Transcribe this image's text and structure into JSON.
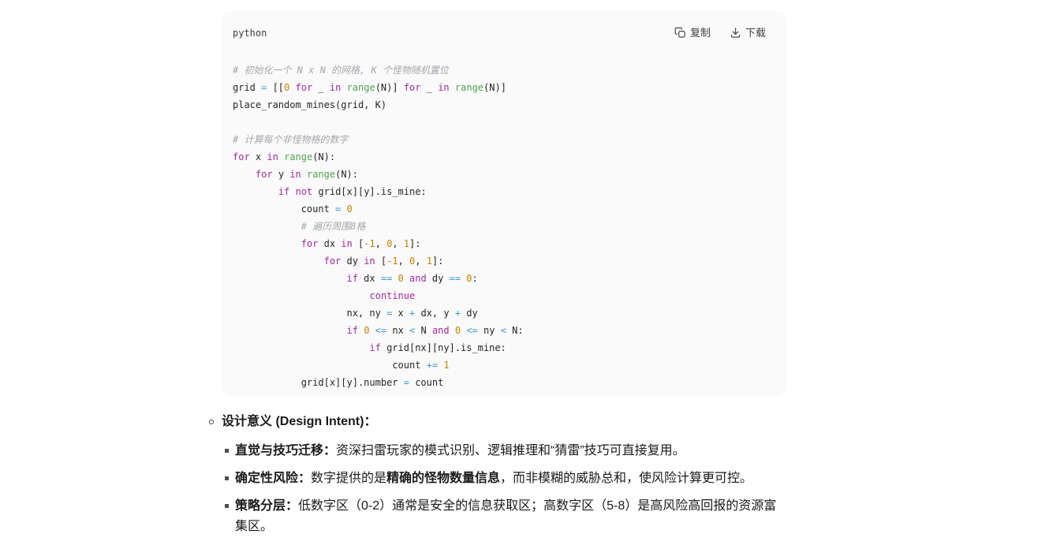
{
  "code_block": {
    "language": "python",
    "copy_label": "复制",
    "download_label": "下载",
    "lines": [
      [
        [
          "c",
          "# 初始化一个 N x N 的网格, K 个怪物随机置位"
        ]
      ],
      [
        [
          "p",
          "grid "
        ],
        [
          "o",
          "="
        ],
        [
          "p",
          " [["
        ],
        [
          "n",
          "0"
        ],
        [
          "p",
          " "
        ],
        [
          "k",
          "for"
        ],
        [
          "p",
          " _ "
        ],
        [
          "k",
          "in"
        ],
        [
          "p",
          " "
        ],
        [
          "f",
          "range"
        ],
        [
          "p",
          "(N)] "
        ],
        [
          "k",
          "for"
        ],
        [
          "p",
          " _ "
        ],
        [
          "k",
          "in"
        ],
        [
          "p",
          " "
        ],
        [
          "f",
          "range"
        ],
        [
          "p",
          "(N)]"
        ]
      ],
      [
        [
          "p",
          "place_random_mines(grid, K)"
        ]
      ],
      [],
      [
        [
          "c",
          "# 计算每个非怪物格的数字"
        ]
      ],
      [
        [
          "k",
          "for"
        ],
        [
          "p",
          " x "
        ],
        [
          "k",
          "in"
        ],
        [
          "p",
          " "
        ],
        [
          "f",
          "range"
        ],
        [
          "p",
          "(N):"
        ]
      ],
      [
        [
          "p",
          "    "
        ],
        [
          "k",
          "for"
        ],
        [
          "p",
          " y "
        ],
        [
          "k",
          "in"
        ],
        [
          "p",
          " "
        ],
        [
          "f",
          "range"
        ],
        [
          "p",
          "(N):"
        ]
      ],
      [
        [
          "p",
          "        "
        ],
        [
          "k",
          "if"
        ],
        [
          "p",
          " "
        ],
        [
          "k",
          "not"
        ],
        [
          "p",
          " grid[x][y].is_mine:"
        ]
      ],
      [
        [
          "p",
          "            count "
        ],
        [
          "o",
          "="
        ],
        [
          "p",
          " "
        ],
        [
          "n",
          "0"
        ]
      ],
      [
        [
          "p",
          "            "
        ],
        [
          "c",
          "# 遍历周围8格"
        ]
      ],
      [
        [
          "p",
          "            "
        ],
        [
          "k",
          "for"
        ],
        [
          "p",
          " dx "
        ],
        [
          "k",
          "in"
        ],
        [
          "p",
          " ["
        ],
        [
          "n",
          "-1"
        ],
        [
          "p",
          ", "
        ],
        [
          "n",
          "0"
        ],
        [
          "p",
          ", "
        ],
        [
          "n",
          "1"
        ],
        [
          "p",
          "]:"
        ]
      ],
      [
        [
          "p",
          "                "
        ],
        [
          "k",
          "for"
        ],
        [
          "p",
          " dy "
        ],
        [
          "k",
          "in"
        ],
        [
          "p",
          " ["
        ],
        [
          "n",
          "-1"
        ],
        [
          "p",
          ", "
        ],
        [
          "n",
          "0"
        ],
        [
          "p",
          ", "
        ],
        [
          "n",
          "1"
        ],
        [
          "p",
          "]:"
        ]
      ],
      [
        [
          "p",
          "                    "
        ],
        [
          "k",
          "if"
        ],
        [
          "p",
          " dx "
        ],
        [
          "o",
          "=="
        ],
        [
          "p",
          " "
        ],
        [
          "n",
          "0"
        ],
        [
          "p",
          " "
        ],
        [
          "k",
          "and"
        ],
        [
          "p",
          " dy "
        ],
        [
          "o",
          "=="
        ],
        [
          "p",
          " "
        ],
        [
          "n",
          "0"
        ],
        [
          "p",
          ":"
        ]
      ],
      [
        [
          "p",
          "                        "
        ],
        [
          "k",
          "continue"
        ]
      ],
      [
        [
          "p",
          "                    nx, ny "
        ],
        [
          "o",
          "="
        ],
        [
          "p",
          " x "
        ],
        [
          "o",
          "+"
        ],
        [
          "p",
          " dx, y "
        ],
        [
          "o",
          "+"
        ],
        [
          "p",
          " dy"
        ]
      ],
      [
        [
          "p",
          "                    "
        ],
        [
          "k",
          "if"
        ],
        [
          "p",
          " "
        ],
        [
          "n",
          "0"
        ],
        [
          "p",
          " "
        ],
        [
          "o",
          "<="
        ],
        [
          "p",
          " nx "
        ],
        [
          "o",
          "<"
        ],
        [
          "p",
          " N "
        ],
        [
          "k",
          "and"
        ],
        [
          "p",
          " "
        ],
        [
          "n",
          "0"
        ],
        [
          "p",
          " "
        ],
        [
          "o",
          "<="
        ],
        [
          "p",
          " ny "
        ],
        [
          "o",
          "<"
        ],
        [
          "p",
          " N:"
        ]
      ],
      [
        [
          "p",
          "                        "
        ],
        [
          "k",
          "if"
        ],
        [
          "p",
          " grid[nx][ny].is_mine:"
        ]
      ],
      [
        [
          "p",
          "                            count "
        ],
        [
          "o",
          "+="
        ],
        [
          "p",
          " "
        ],
        [
          "n",
          "1"
        ]
      ],
      [
        [
          "p",
          "            grid[x][y].number "
        ],
        [
          "o",
          "="
        ],
        [
          "p",
          " count"
        ]
      ]
    ],
    "token_colors": {
      "comment": "#a5a6ab",
      "keyword": "#a626a4",
      "function": "#50a14f",
      "number": "#c18401",
      "operator": "#3d94d9",
      "plain": "#262626",
      "card_background": "#fafafa"
    }
  },
  "content": {
    "heading_label": "设计意义 (Design Intent)：",
    "items": [
      {
        "segments": [
          {
            "b": 1,
            "t": "直觉与技巧迁移："
          },
          {
            "b": 0,
            "t": "资深扫雷玩家的模式识别、逻辑推理和“猜雷”技巧可直接复用。"
          }
        ]
      },
      {
        "segments": [
          {
            "b": 1,
            "t": "确定性风险："
          },
          {
            "b": 0,
            "t": "数字提供的是"
          },
          {
            "b": 1,
            "t": "精确的怪物数量信息"
          },
          {
            "b": 0,
            "t": "，而非模糊的威胁总和，使风险计算更可控。"
          }
        ]
      },
      {
        "segments": [
          {
            "b": 1,
            "t": "策略分层："
          },
          {
            "b": 0,
            "t": "低数字区（0-2）通常是安全的信息获取区；高数字区（5-8）是高风险高回报的资源富集区。"
          }
        ]
      }
    ]
  }
}
